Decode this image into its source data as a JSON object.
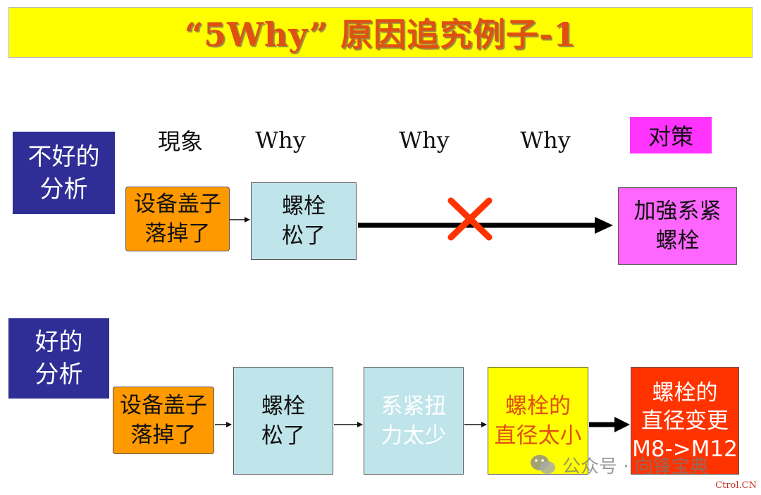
{
  "title": "“5Why” 原因追究例子-1",
  "bad": {
    "label": "不好的\n分析",
    "headers": {
      "phenomenon": "現象",
      "why1": "Why",
      "why2": "Why",
      "why3": "Why",
      "measure": "对策"
    },
    "boxes": {
      "cover": "设备盖子\n落掉了",
      "bolt": "螺栓\n松了",
      "action": "加強系紧\n螺栓"
    }
  },
  "good": {
    "label": "好的\n分析",
    "boxes": {
      "cover": "设备盖子\n落掉了",
      "bolt": "螺栓\n松了",
      "torque": "系紧扭\n力太少",
      "diameter": "螺栓的\n直径太小",
      "action": "螺栓的\n直径变更\nM8->M12"
    }
  },
  "watermark": "公众号 · 向锋宝典",
  "credit": "Ctrol.CN",
  "colors": {
    "title_bg": "#ffff00",
    "title_text": "#e05010",
    "label_bg": "#2e2e96",
    "orange": "#ff9900",
    "lightblue": "#bfe4ea",
    "pink": "#ff66ff",
    "yellow": "#ffff00",
    "red": "#ff3300",
    "cross": "#ff3300"
  }
}
